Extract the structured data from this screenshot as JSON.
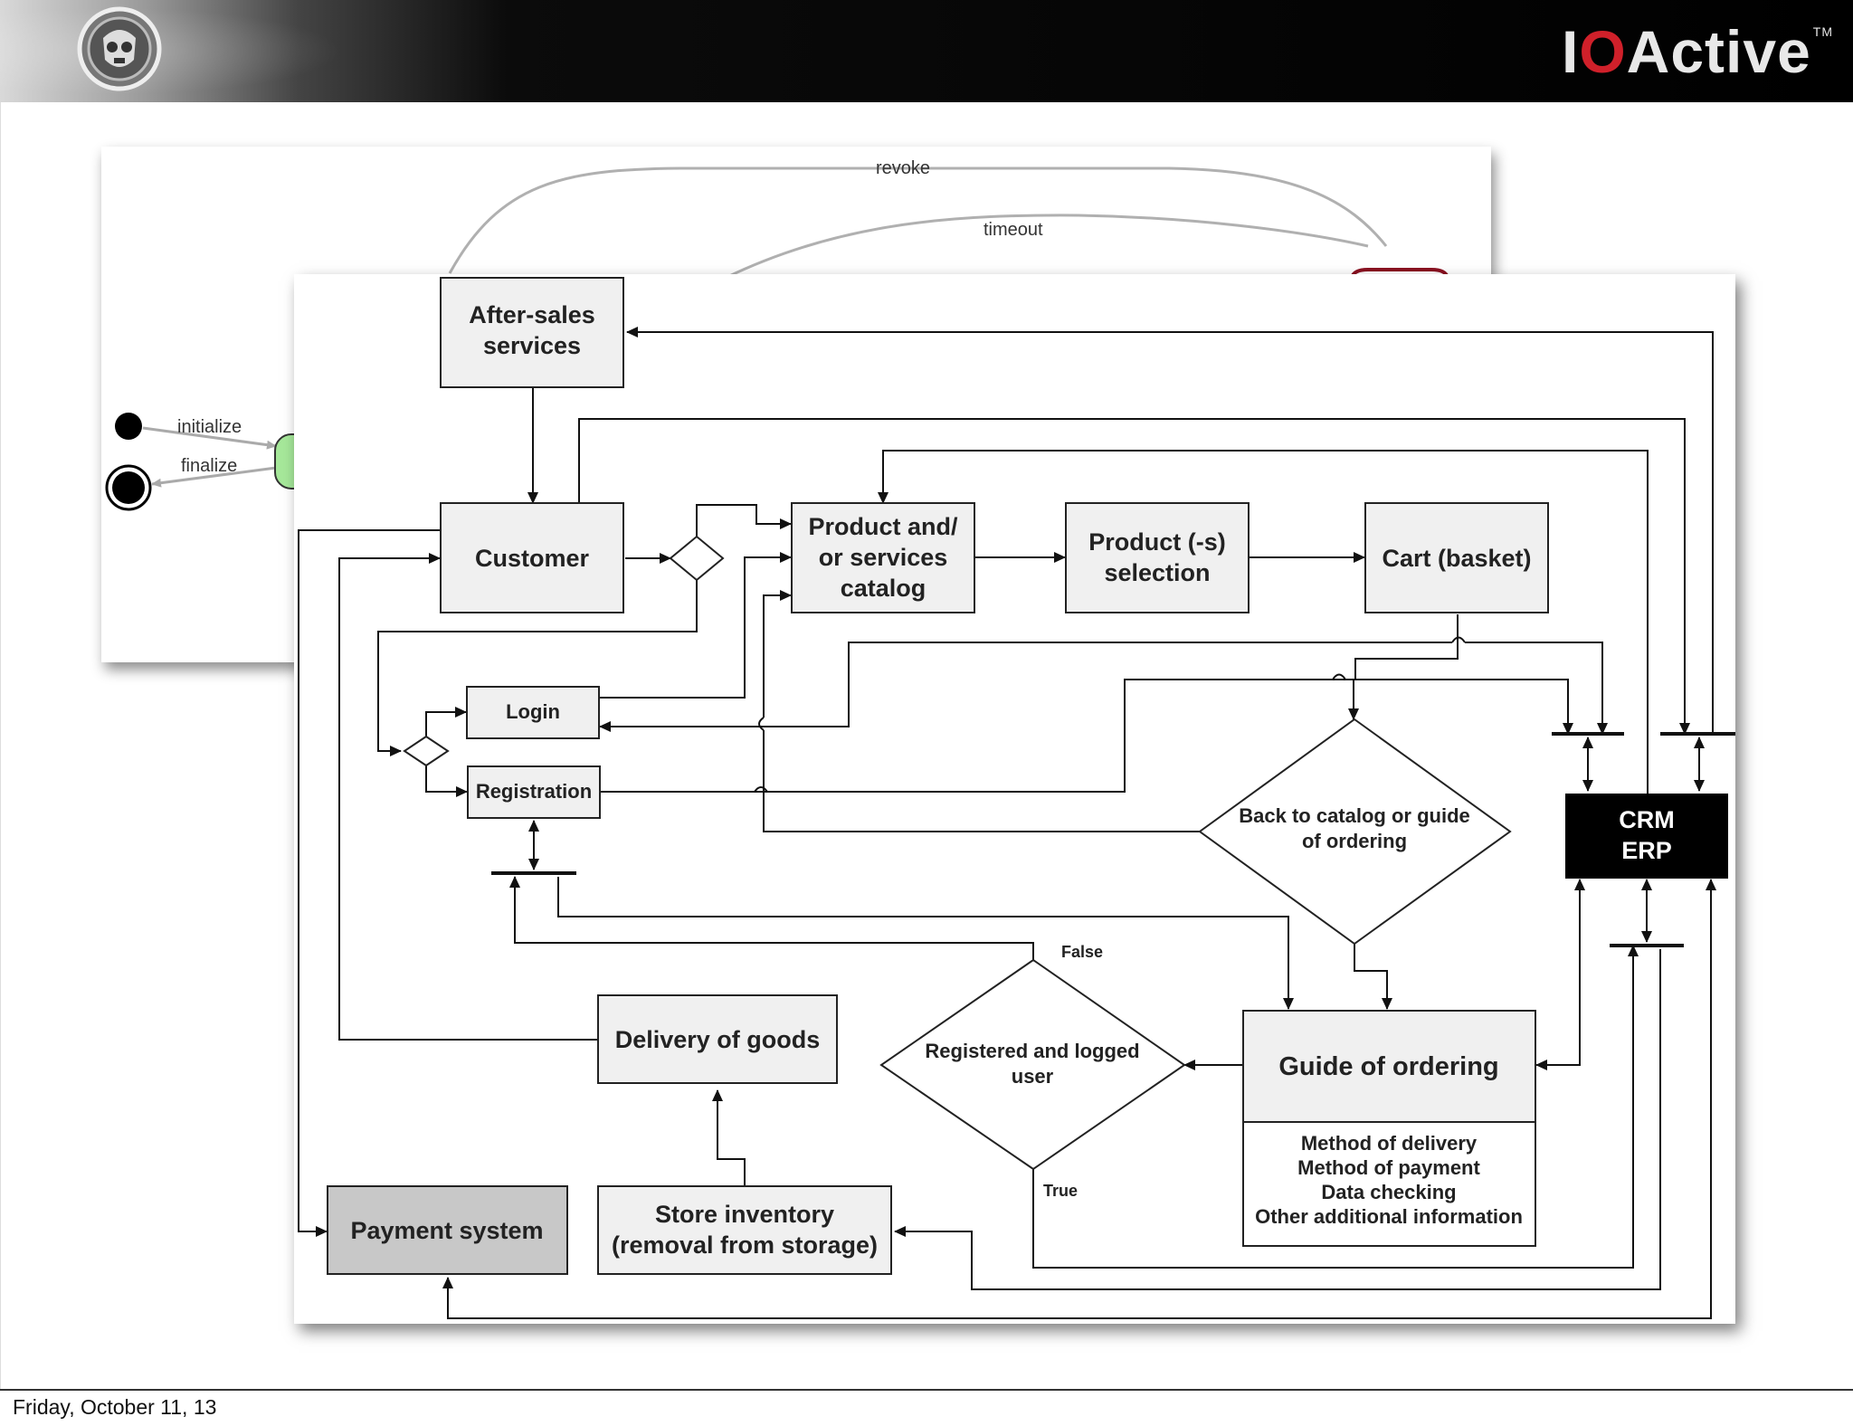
{
  "header": {
    "brand_prefix": "I",
    "brand_o": "O",
    "brand_rest": "Active",
    "brand_tm": "TM"
  },
  "footer": {
    "date": "Friday, October 11, 13"
  },
  "back_diagram": {
    "labels": {
      "revoke": "revoke",
      "timeout": "timeout",
      "initialize": "initialize",
      "finalize": "finalize"
    }
  },
  "flowchart": {
    "nodes": {
      "after_sales": [
        "After-sales",
        "services"
      ],
      "customer": "Customer",
      "catalog": [
        "Product and/",
        "or services",
        "catalog"
      ],
      "selection": [
        "Product (-s)",
        "selection"
      ],
      "cart": "Cart (basket)",
      "login": "Login",
      "registration": "Registration",
      "back_decision": [
        "Back to catalog or guide",
        "of ordering"
      ],
      "crm": [
        "CRM",
        "ERP"
      ],
      "registered_decision": [
        "Registered and logged",
        "user"
      ],
      "guide": "Guide of ordering",
      "guide_details": [
        "Method of delivery",
        "Method of payment",
        "Data checking",
        "Other additional information"
      ],
      "delivery": "Delivery of goods",
      "store": [
        "Store inventory",
        "(removal from storage)"
      ],
      "payment": "Payment system"
    },
    "edge_labels": {
      "false": "False",
      "true": "True"
    },
    "colors": {
      "box_fill": "#f0f0f0",
      "payment_fill": "#c8c8c8",
      "crm_fill": "#000000",
      "line": "#111111"
    }
  }
}
